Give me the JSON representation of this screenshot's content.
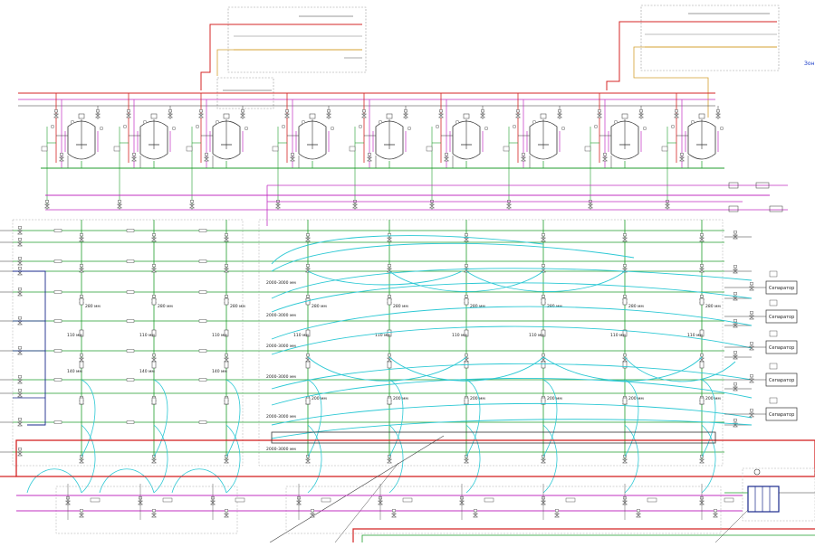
{
  "diagram": {
    "zone_label": "Зон",
    "pipe_len_280": "280 мм",
    "pipe_len_110": "110 мм",
    "pipe_len_140": "140 мм",
    "pipe_len_200": "200 мм",
    "pipe_span": "2000-3000 мм",
    "separator_label": "Сепаратор",
    "colors": {
      "green": "#1f9e2c",
      "magenta": "#c22fc2",
      "red": "#d42424",
      "cyan": "#2cc8d4",
      "navy": "#1a2a8c",
      "dark": "#333333",
      "orange": "#d4a030"
    }
  }
}
